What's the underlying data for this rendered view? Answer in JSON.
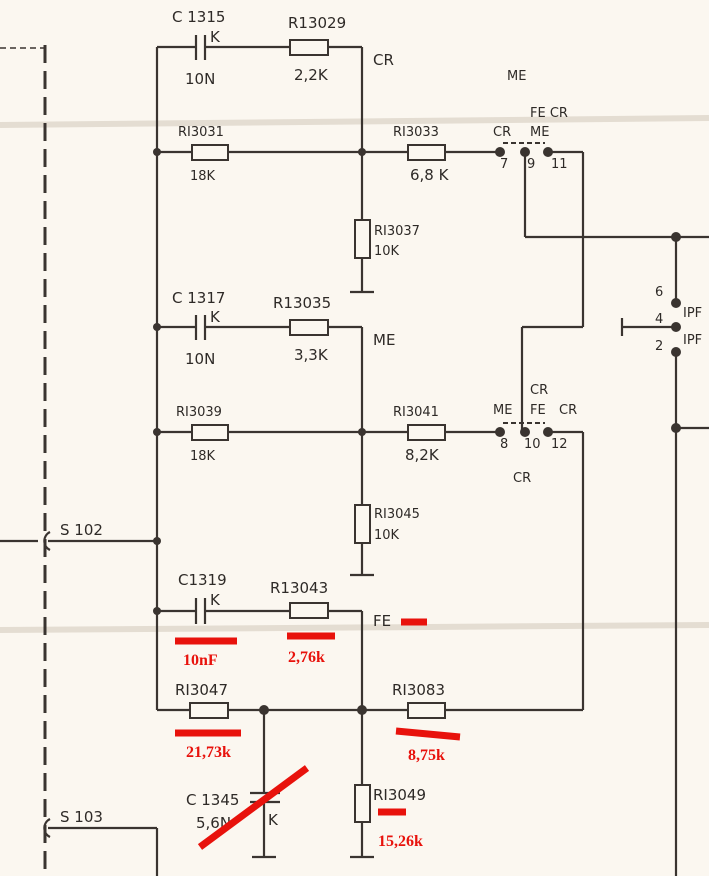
{
  "inputs": {
    "s102": "S 102",
    "s103": "S 103"
  },
  "components": {
    "c1315": {
      "ref": "C 1315",
      "value": "10N",
      "type": "K"
    },
    "r13029": {
      "ref": "R13029",
      "value": "2,2K"
    },
    "r13031": {
      "ref": "RI3031",
      "value": "18K"
    },
    "r13033": {
      "ref": "RI3033",
      "value": "6,8 K"
    },
    "r13037": {
      "ref": "RI3037",
      "value": "10K"
    },
    "c1317": {
      "ref": "C 1317",
      "value": "10N",
      "type": "K"
    },
    "r13035": {
      "ref": "R13035",
      "value": "3,3K"
    },
    "r13039": {
      "ref": "RI3039",
      "value": "18K"
    },
    "r13041": {
      "ref": "RI3041",
      "value": "8,2K"
    },
    "r13045": {
      "ref": "RI3045",
      "value": "10K"
    },
    "c1319": {
      "ref": "C1319",
      "type": "K",
      "new_value": "10nF"
    },
    "r13043": {
      "ref": "R13043",
      "new_value": "2,76k"
    },
    "r13047": {
      "ref": "RI3047",
      "new_value": "21,73k"
    },
    "r13083": {
      "ref": "RI3083",
      "new_value": "8,75k"
    },
    "r13049": {
      "ref": "RI3049",
      "new_value": "15,26k"
    },
    "c1345": {
      "ref": "C 1345",
      "value": "5,6N",
      "type": "K"
    }
  },
  "mode_labels": {
    "row1": "CR",
    "row3": "ME",
    "row5": "FE",
    "top_me": "ME",
    "sw1_top": "FE CR",
    "sw1_7": "CR",
    "sw1_9": "ME",
    "sw2_top": "CR",
    "sw2_8": "ME",
    "sw2_10": "FE",
    "sw2_12": "CR",
    "sw2_bottom": "CR",
    "ipf1": "IPF",
    "ipf2": "IPF"
  },
  "pins": {
    "p7": "7",
    "p9": "9",
    "p11": "11",
    "p8": "8",
    "p10": "10",
    "p12": "12",
    "p6": "6",
    "p4": "4",
    "p2": "2"
  },
  "annotation_color": "#e8120c"
}
